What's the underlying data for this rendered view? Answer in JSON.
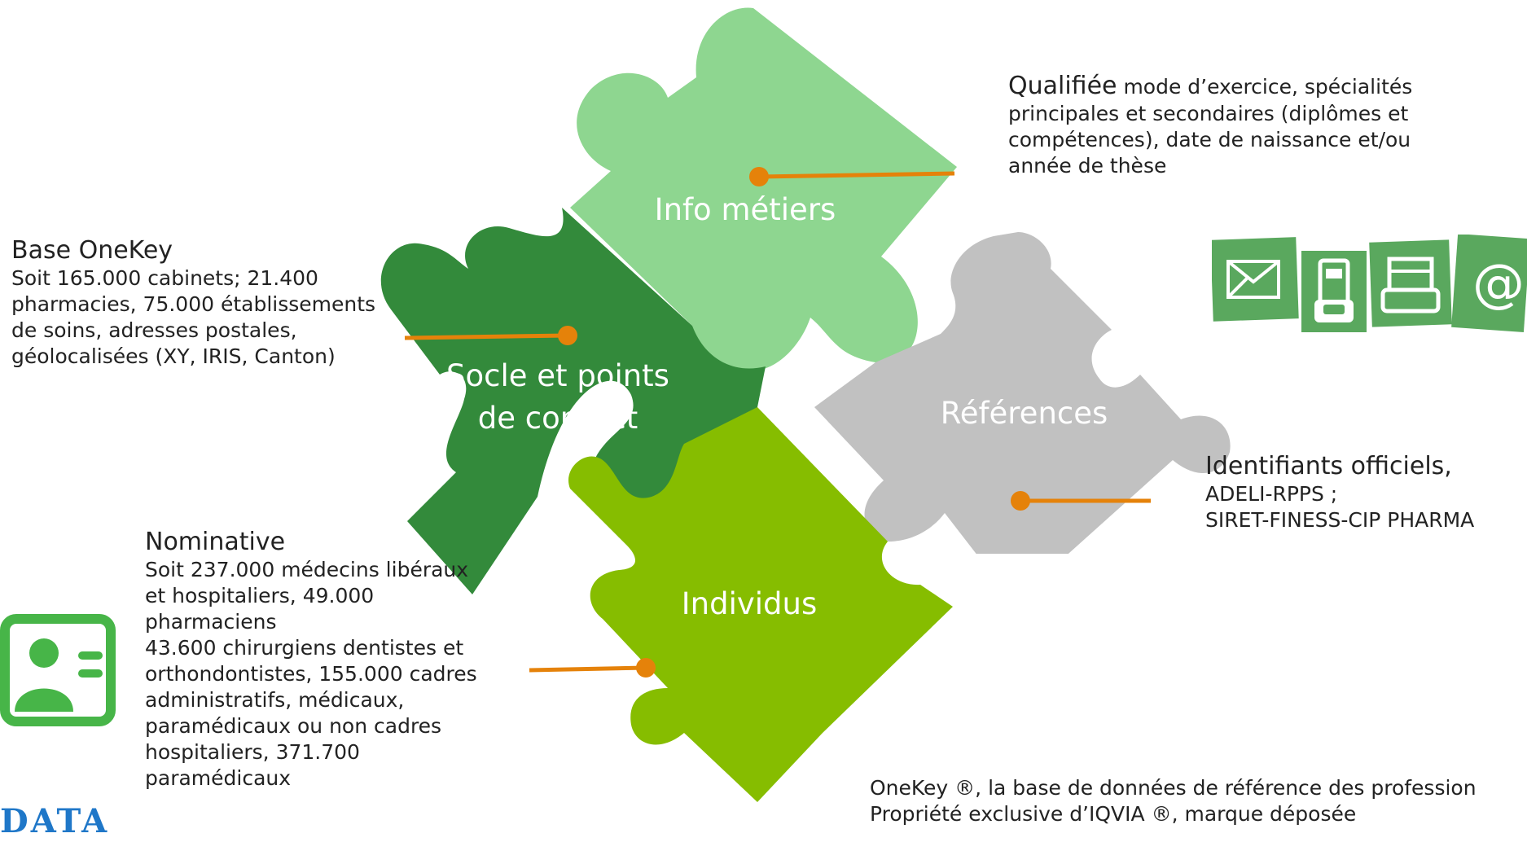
{
  "colors": {
    "info_metiers": "#8ed690",
    "socle": "#338a3b",
    "references": "#c1c1c1",
    "individus": "#86bd00",
    "connector": "#e5820a",
    "icon_green": "#5aa85e",
    "contact_icon": "#47b548",
    "data_blue": "#1f77c8"
  },
  "pieces": {
    "info_metiers": "Info métiers",
    "socle": [
      "Socle et points",
      "de contact"
    ],
    "references": "Références",
    "individus": "Individus"
  },
  "base_onekey": {
    "title": "Base OneKey",
    "lines": [
      "Soit 165.000 cabinets; 21.400",
      "pharmacies, 75.000 établissements",
      "de soins, adresses postales,",
      "géolocalisées (XY, IRIS, Canton)"
    ]
  },
  "qualifiee": {
    "title": "Qualifiée",
    "first_line": " mode d’exercice, spécialités",
    "lines": [
      "principales et secondaires (diplômes et",
      "compétences), date de naissance et/ou",
      "année de thèse"
    ]
  },
  "identifiants": {
    "title": "Identifiants officiels,",
    "lines": [
      "ADELI-RPPS ;",
      "SIRET-FINESS-CIP PHARMA"
    ]
  },
  "nominative": {
    "title": "Nominative",
    "lines": [
      "Soit 237.000 médecins libéraux",
      "et hospitaliers, 49.000",
      "pharmaciens",
      "43.600 chirurgiens dentistes et",
      "orthondontistes,  155.000 cadres",
      "administratifs, médicaux,",
      "paramédicaux ou non cadres",
      "hospitaliers, 371.700",
      "paramédicaux"
    ]
  },
  "footer": {
    "line1": "OneKey ®, la base de données de référence des profession",
    "line2": "Propriété exclusive d’IQVIA ®, marque déposée"
  },
  "data_logo": "DATA",
  "icons": [
    "envelope-icon",
    "phone-icon",
    "fax-icon",
    "at-sign-icon",
    "contact-card-icon"
  ]
}
